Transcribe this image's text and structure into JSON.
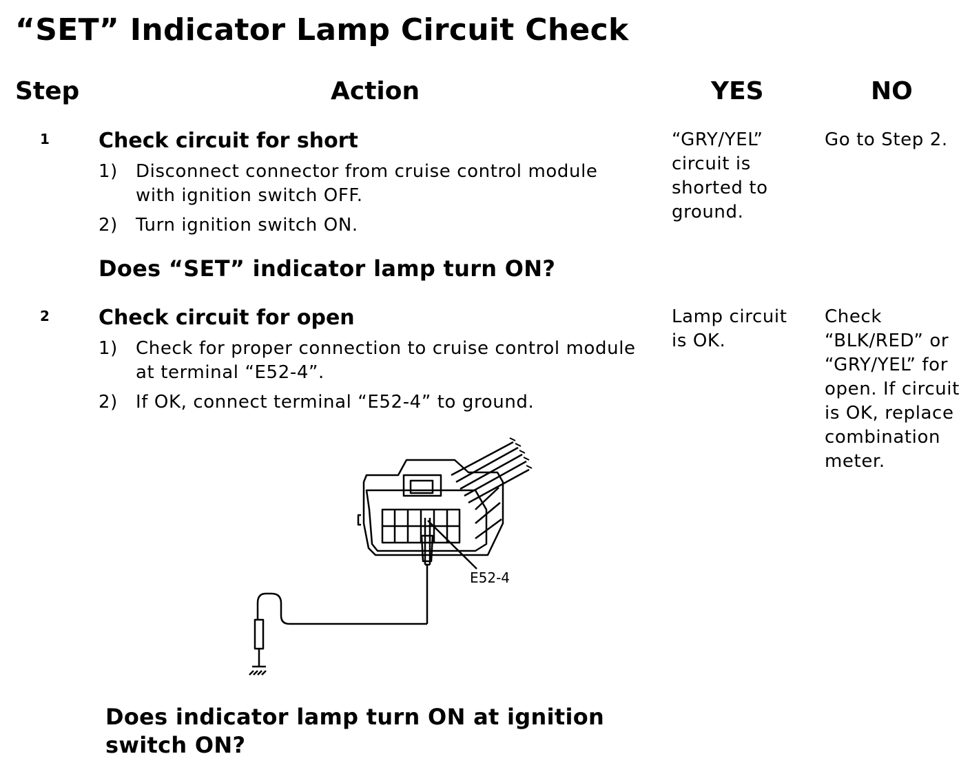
{
  "title": "“SET” Indicator Lamp Circuit Check",
  "headers": {
    "step": "Step",
    "action": "Action",
    "yes": "YES",
    "no": "NO"
  },
  "rows": [
    {
      "step": "1",
      "heading": "Check circuit for short",
      "items": [
        {
          "num": "1)",
          "text": "Disconnect connector from cruise control module with ignition switch OFF."
        },
        {
          "num": "2)",
          "text": "Turn ignition switch ON."
        }
      ],
      "question": "Does “SET” indicator lamp turn ON?",
      "yes": "“GRY/YEL” circuit is shorted to ground.",
      "no": "Go to Step 2."
    },
    {
      "step": "2",
      "heading": "Check circuit for open",
      "items": [
        {
          "num": "1)",
          "text": "Check for proper connection to cruise control module at terminal “E52-4”."
        },
        {
          "num": "2)",
          "text": "If OK, connect terminal “E52-4” to ground."
        }
      ],
      "figure_label": "E52-4",
      "question": "Does indicator lamp turn ON at ignition switch ON?",
      "yes": "Lamp circuit is OK.",
      "no": "Check “BLK/RED” or “GRY/YEL” for open. If circuit is OK, replace combination meter."
    }
  ]
}
